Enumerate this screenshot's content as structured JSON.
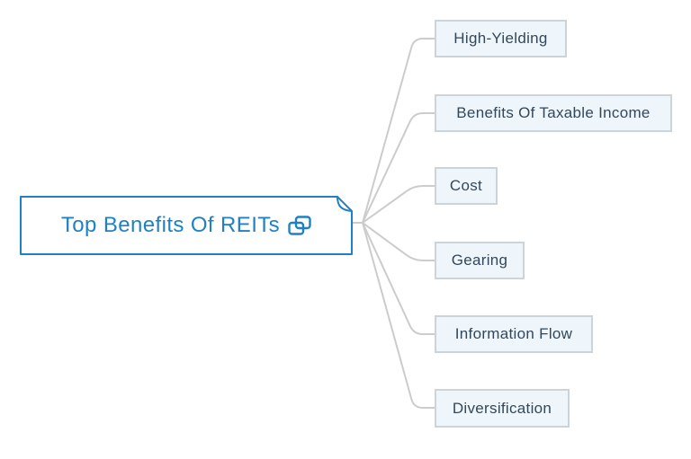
{
  "diagram": {
    "type": "mindmap",
    "root": {
      "label": "Top Benefits Of REITs",
      "icon": "copy-icon"
    },
    "branches": [
      {
        "id": "high-yielding",
        "label": "High-Yielding"
      },
      {
        "id": "benefits-of-taxable-income",
        "label": "Benefits Of Taxable Income"
      },
      {
        "id": "cost",
        "label": "Cost"
      },
      {
        "id": "gearing",
        "label": "Gearing"
      },
      {
        "id": "information-flow",
        "label": "Information Flow"
      },
      {
        "id": "diversification",
        "label": "Diversification"
      }
    ],
    "colors": {
      "primary_blue": "#1f81c4",
      "branch_fill": "#eef6fb",
      "branch_border": "#ccd3d9",
      "branch_text": "#33475a",
      "connector": "#cccccc",
      "shadow_outline": "#d9dcdf",
      "background": "#ffffff"
    }
  }
}
